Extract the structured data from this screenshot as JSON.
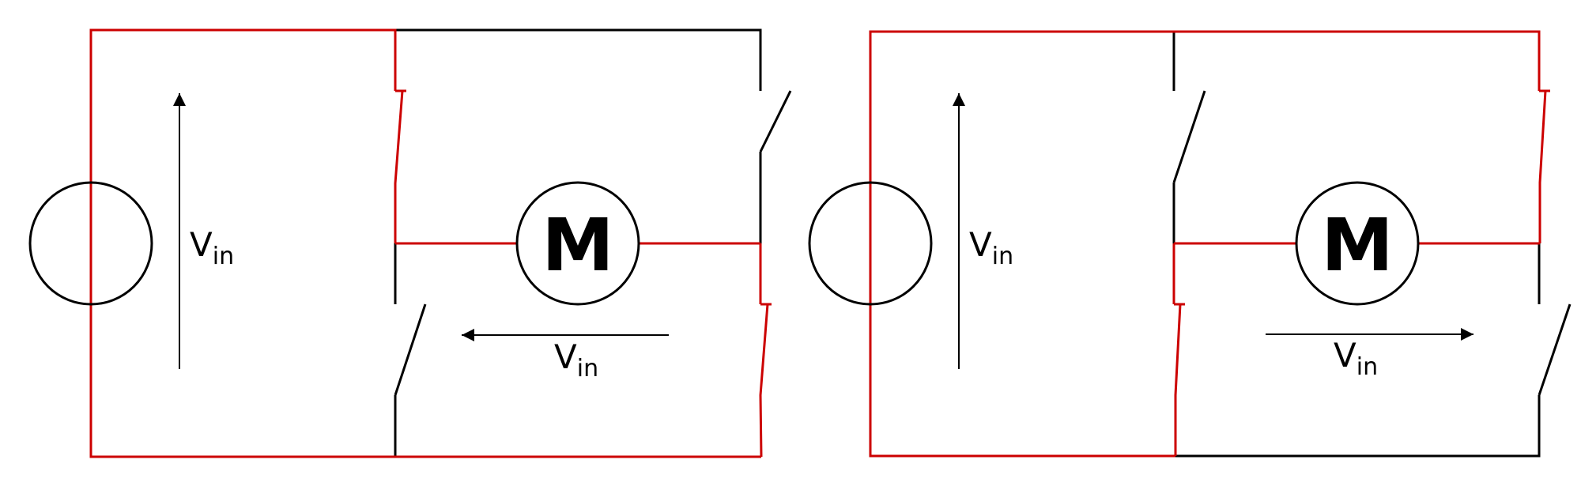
{
  "colors": {
    "active_path": "#cc0000",
    "inactive_path": "#000000",
    "background": "#ffffff"
  },
  "circuits": [
    {
      "id": "left",
      "motor_label": "M",
      "source_voltage_label": {
        "main": "V",
        "sub": "in"
      },
      "motor_voltage_label": {
        "main": "V",
        "sub": "in"
      },
      "motor_voltage_direction": "right-to-left",
      "closed_switches": [
        "top-left",
        "bottom-right"
      ],
      "open_switches": [
        "top-right",
        "bottom-left"
      ]
    },
    {
      "id": "right",
      "motor_label": "M",
      "source_voltage_label": {
        "main": "V",
        "sub": "in"
      },
      "motor_voltage_label": {
        "main": "V",
        "sub": "in"
      },
      "motor_voltage_direction": "left-to-right",
      "closed_switches": [
        "top-right",
        "bottom-left"
      ],
      "open_switches": [
        "top-left",
        "bottom-right"
      ]
    }
  ]
}
